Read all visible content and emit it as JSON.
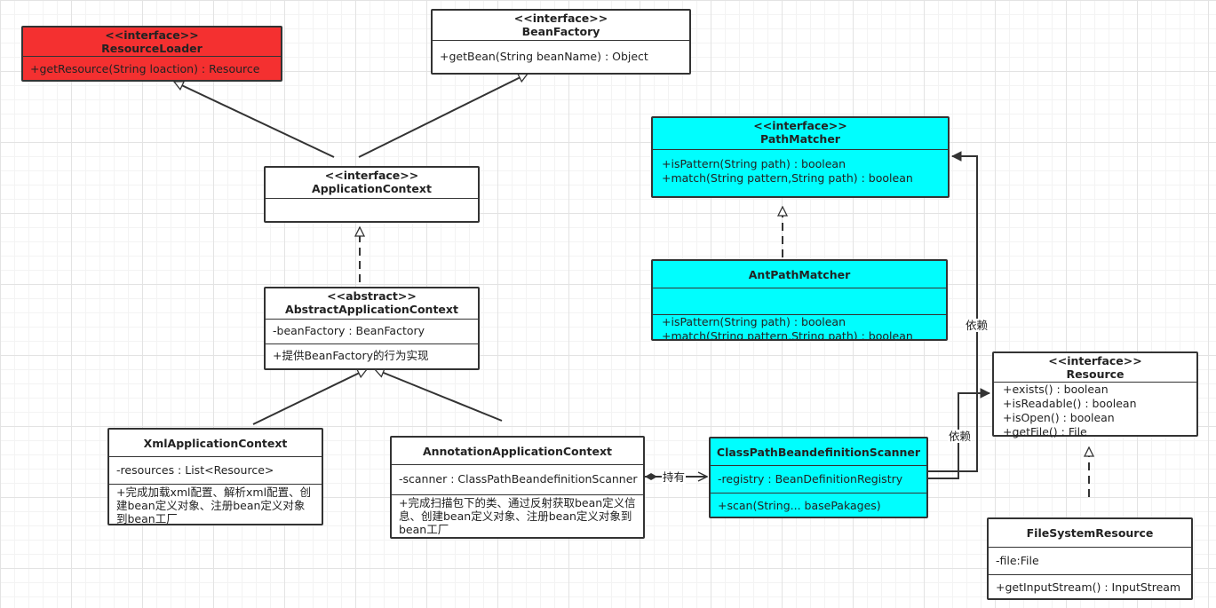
{
  "colors": {
    "interface_red": "#f43030",
    "highlight_cyan": "#00fefe",
    "line": "#333333"
  },
  "classes": {
    "resource_loader": {
      "stereotype": "<<interface>>",
      "name": "ResourceLoader",
      "methods": [
        "+getResource(String loaction) : Resource"
      ]
    },
    "bean_factory": {
      "stereotype": "<<interface>>",
      "name": "BeanFactory",
      "methods": [
        "+getBean(String beanName) : Object"
      ]
    },
    "application_context": {
      "stereotype": "<<interface>>",
      "name": "ApplicationContext"
    },
    "abstract_application_context": {
      "stereotype": "<<abstract>>",
      "name": "AbstractApplicationContext",
      "fields": [
        "-beanFactory : BeanFactory"
      ],
      "methods": [
        "+提供BeanFactory的行为实现"
      ]
    },
    "xml_application_context": {
      "name": "XmlApplicationContext",
      "fields": [
        "-resources : List<Resource>"
      ],
      "methods": [
        "+完成加载xml配置、解析xml配置、创建bean定义对象、注册bean定义对象到bean工厂"
      ]
    },
    "annotation_application_context": {
      "name": "AnnotationApplicationContext",
      "fields": [
        "-scanner : ClassPathBeandefinitionScanner"
      ],
      "methods": [
        "+完成扫描包下的类、通过反射获取bean定义信息、创建bean定义对象、注册bean定义对象到bean工厂"
      ]
    },
    "path_matcher": {
      "stereotype": "<<interface>>",
      "name": "PathMatcher",
      "methods": [
        "+isPattern(String path) : boolean",
        "+match(String pattern,String path) : boolean"
      ]
    },
    "ant_path_matcher": {
      "name": "AntPathMatcher",
      "methods": [
        "+isPattern(String path) : boolean",
        "+match(String pattern,String path) : boolean"
      ]
    },
    "classpath_scanner": {
      "name": "ClassPathBeandefinitionScanner",
      "fields": [
        "-registry : BeanDefinitionRegistry"
      ],
      "methods": [
        "+scan(String... basePakages)"
      ]
    },
    "resource": {
      "stereotype": "<<interface>>",
      "name": "Resource",
      "methods": [
        "+exists() : boolean",
        "+isReadable() : boolean",
        "+isOpen() : boolean",
        "+getFile() : File"
      ]
    },
    "file_system_resource": {
      "name": "FileSystemResource",
      "fields": [
        "-file:File"
      ],
      "methods": [
        "+getInputStream() : InputStream"
      ]
    }
  },
  "edge_labels": {
    "has": "持有",
    "depends_path_matcher": "依赖",
    "depends_resource": "依赖"
  }
}
